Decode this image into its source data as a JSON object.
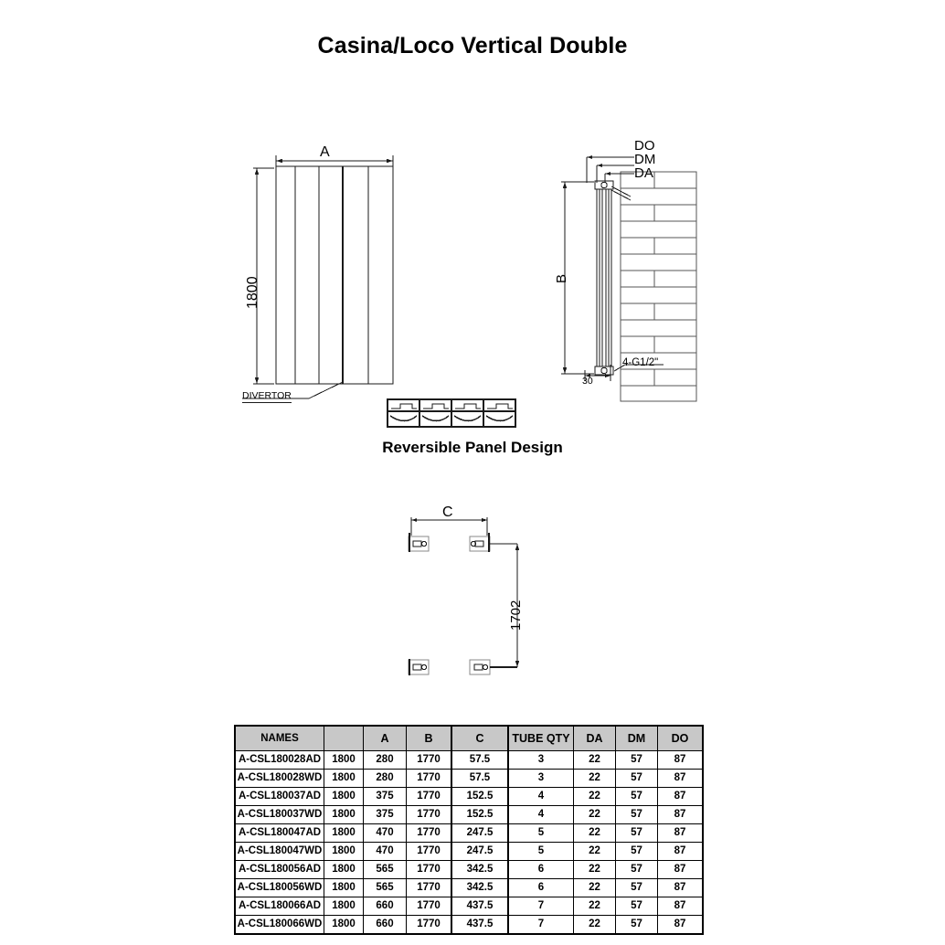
{
  "document": {
    "title": "Casina/Loco Vertical Double",
    "subtitle": "Reversible Panel Design"
  },
  "front_view": {
    "width_label": "A",
    "height_label": "1800",
    "divertor_label": "DIVERTOR"
  },
  "side_view": {
    "labels": {
      "do": "DO",
      "dm": "DM",
      "da": "DA"
    },
    "height_label": "B",
    "depth_label": "30",
    "connection_label": "4-G1/2\""
  },
  "mounting_view": {
    "horizontal_label": "C",
    "vertical_label": "1702"
  },
  "spec_table": {
    "headers": [
      "NAMES",
      "",
      "A",
      "B",
      "C",
      "TUBE QTY",
      "DA",
      "DM",
      "DO"
    ],
    "rows": [
      [
        "A-CSL180028AD",
        "1800",
        "280",
        "1770",
        "57.5",
        "3",
        "22",
        "57",
        "87"
      ],
      [
        "A-CSL180028WD",
        "1800",
        "280",
        "1770",
        "57.5",
        "3",
        "22",
        "57",
        "87"
      ],
      [
        "A-CSL180037AD",
        "1800",
        "375",
        "1770",
        "152.5",
        "4",
        "22",
        "57",
        "87"
      ],
      [
        "A-CSL180037WD",
        "1800",
        "375",
        "1770",
        "152.5",
        "4",
        "22",
        "57",
        "87"
      ],
      [
        "A-CSL180047AD",
        "1800",
        "470",
        "1770",
        "247.5",
        "5",
        "22",
        "57",
        "87"
      ],
      [
        "A-CSL180047WD",
        "1800",
        "470",
        "1770",
        "247.5",
        "5",
        "22",
        "57",
        "87"
      ],
      [
        "A-CSL180056AD",
        "1800",
        "565",
        "1770",
        "342.5",
        "6",
        "22",
        "57",
        "87"
      ],
      [
        "A-CSL180056WD",
        "1800",
        "565",
        "1770",
        "342.5",
        "6",
        "22",
        "57",
        "87"
      ],
      [
        "A-CSL180066AD",
        "1800",
        "660",
        "1770",
        "437.5",
        "7",
        "22",
        "57",
        "87"
      ],
      [
        "A-CSL180066WD",
        "1800",
        "660",
        "1770",
        "437.5",
        "7",
        "22",
        "57",
        "87"
      ]
    ]
  },
  "colors": {
    "line": "#1a1a1a",
    "header_bg": "#c8c8c8",
    "page_bg": "#ffffff"
  }
}
